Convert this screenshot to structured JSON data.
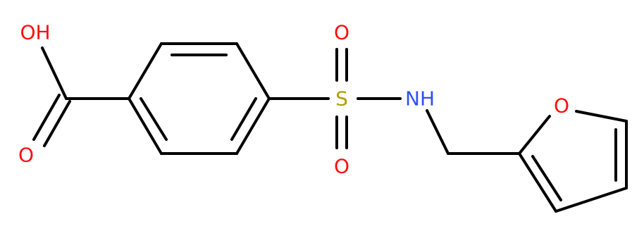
{
  "molecule": {
    "colors": {
      "oxygen": "#ff0d0d",
      "nitrogen": "#3050f8",
      "sulfur": "#b2a000",
      "bond": "#000000"
    },
    "labels": {
      "hydroxyl": "OH",
      "carbonyl_oxygen": "O",
      "sulfur": "S",
      "sulfonyl_oxygen_top": "O",
      "sulfonyl_oxygen_bottom": "O",
      "amine": "NH",
      "furan_oxygen": "O"
    }
  }
}
